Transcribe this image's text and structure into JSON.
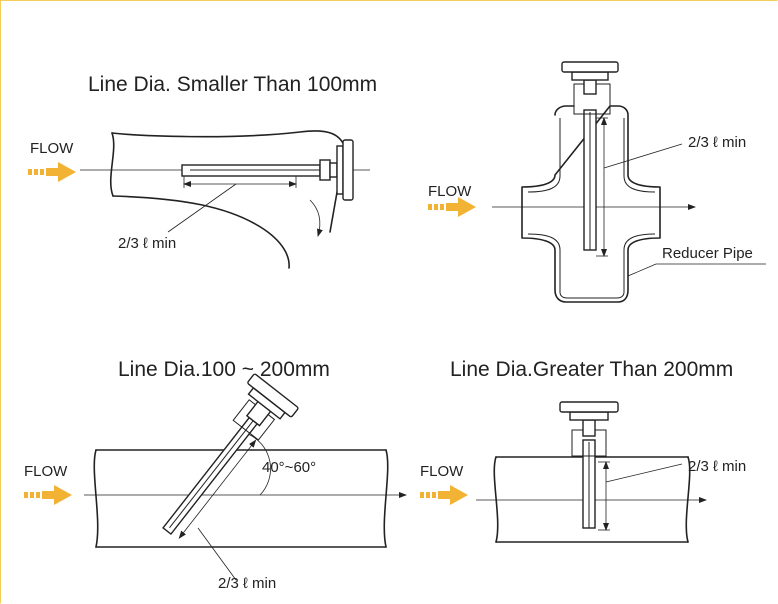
{
  "titles": {
    "top_left": "Line Dia. Smaller Than 100mm",
    "bottom_left": "Line Dia.100 ~ 200mm",
    "bottom_right": "Line Dia.Greater Than 200mm"
  },
  "labels": {
    "flow": "FLOW",
    "length_min": "2/3 ℓ min",
    "reducer_pipe": "Reducer Pipe",
    "angle": "40°~60°"
  },
  "colors": {
    "flow_arrow": "#f2b233",
    "border": "#f3cf5a",
    "line": "#222222"
  }
}
